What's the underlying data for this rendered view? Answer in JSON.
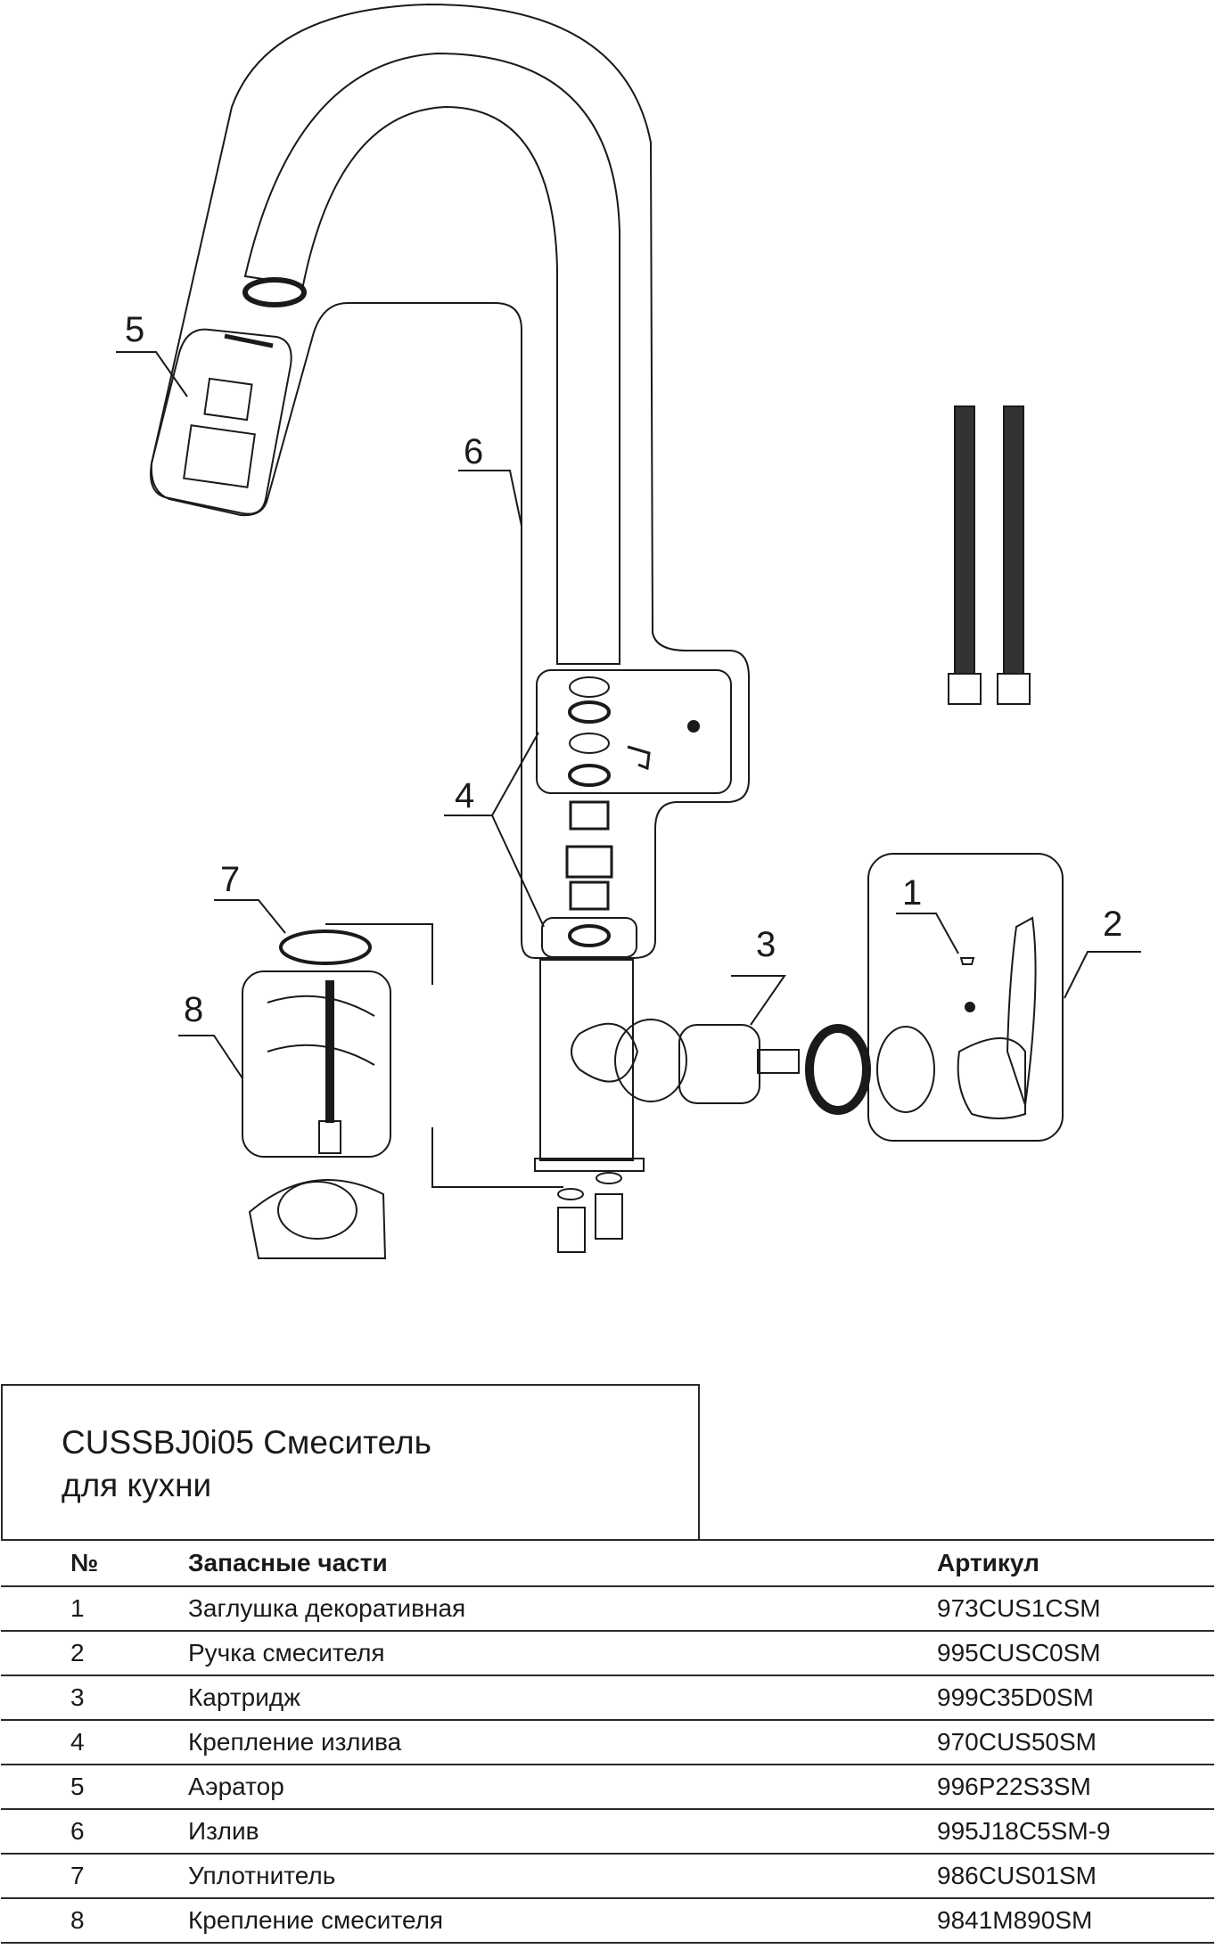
{
  "callouts": [
    "1",
    "2",
    "3",
    "4",
    "5",
    "6",
    "7",
    "8"
  ],
  "title": {
    "line1": "CUSSBJ0i05 Смеситель",
    "line2": "для кухни"
  },
  "table": {
    "headers": {
      "num": "№",
      "name": "Запасные части",
      "article": "Артикул"
    },
    "rows": [
      {
        "num": "1",
        "name": "Заглушка декоративная",
        "article": "973CUS1CSM"
      },
      {
        "num": "2",
        "name": "Ручка смесителя",
        "article": "995CUSC0SM"
      },
      {
        "num": "3",
        "name": "Картридж",
        "article": "999C35D0SM"
      },
      {
        "num": "4",
        "name": "Крепление излива",
        "article": "970CUS50SM"
      },
      {
        "num": "5",
        "name": "Аэратор",
        "article": "996P22S3SM"
      },
      {
        "num": "6",
        "name": "Излив",
        "article": "995J18C5SM-9"
      },
      {
        "num": "7",
        "name": "Уплотнитель",
        "article": "986CUS01SM"
      },
      {
        "num": "8",
        "name": "Крепление смесителя",
        "article": "9841M890SM"
      }
    ]
  }
}
